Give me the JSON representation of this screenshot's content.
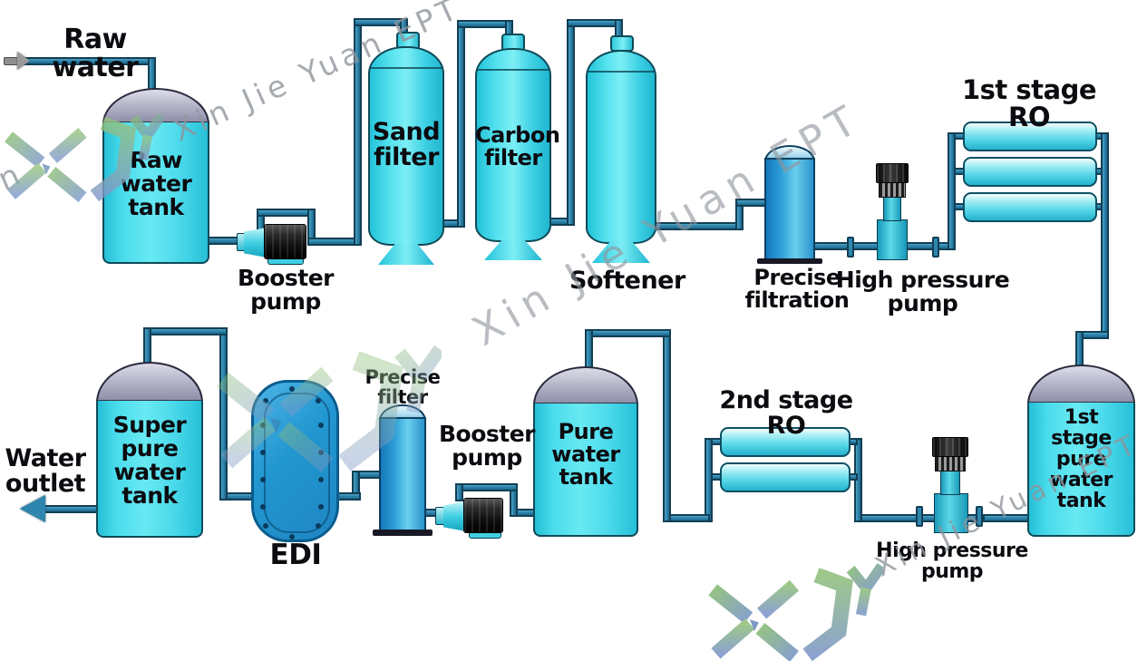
{
  "labels": {
    "raw_water": "Raw water",
    "raw_water_tank": "Raw\nwater\ntank",
    "booster_pump_top": "Booster\npump",
    "sand_filter": "Sand\nfilter",
    "carbon_filter": "Carbon\nfilter",
    "softener": "Softener",
    "precise_filtration": "Precise\nfiltration",
    "high_pressure_pump_top": "High pressure\npump",
    "first_stage_ro": "1st stage RO",
    "first_stage_pure_water_tank": "1st\nstage\npure\nwater\ntank",
    "second_stage_ro": "2nd stage RO",
    "high_pressure_pump_bottom": "High pressure pump",
    "pure_water_tank": "Pure\nwater\ntank",
    "booster_pump_bottom": "Booster\npump",
    "precise_filter": "Precise\nfilter",
    "edi": "EDI",
    "super_pure_water_tank": "Super\npure\nwater\ntank",
    "water_outlet": "Water\noutlet"
  },
  "watermark": {
    "text": "Xin Jie Yuan EPT",
    "fragment": "n",
    "logo": "XJY"
  },
  "colors": {
    "pipe": "#2e85ad",
    "tank_cyan": "#4adcec",
    "dome_gray": "#b8b8cc",
    "vessel_blue": "#2e9fd8",
    "edi_blue": "#2196d0"
  }
}
